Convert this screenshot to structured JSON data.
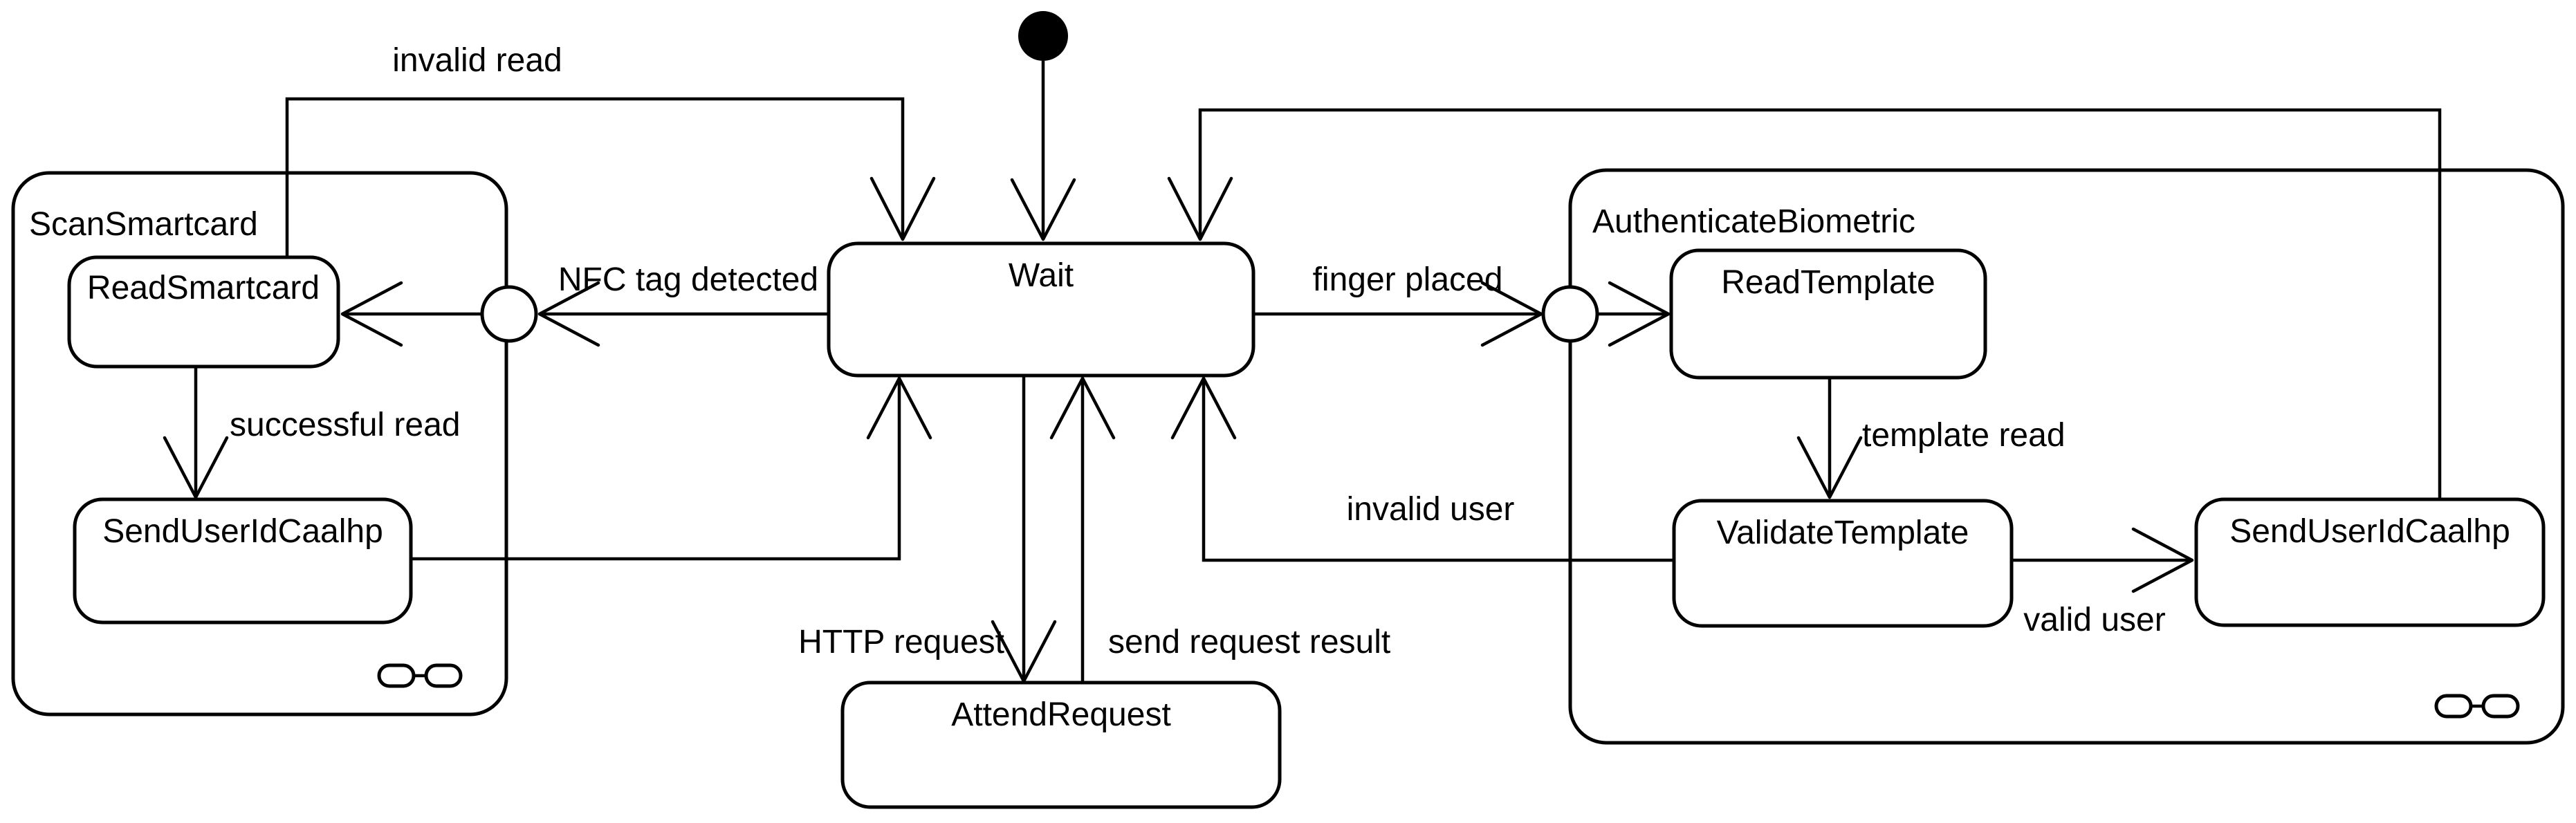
{
  "colors": {
    "background": "#ffffff",
    "line": "#000000",
    "state_fill": "#ffffff",
    "initial_state_fill": "#000000"
  },
  "states": {
    "wait": {
      "label": "Wait"
    },
    "scan_smartcard": {
      "label": "ScanSmartcard"
    },
    "read_smartcard": {
      "label": "ReadSmartcard"
    },
    "send_user_id_caalhp_left": {
      "label": "SendUserIdCaalhp"
    },
    "attend_request": {
      "label": "AttendRequest"
    },
    "authenticate_biometric": {
      "label": "AuthenticateBiometric"
    },
    "read_template": {
      "label": "ReadTemplate"
    },
    "validate_template": {
      "label": "ValidateTemplate"
    },
    "send_user_id_caalhp_right": {
      "label": "SendUserIdCaalhp"
    }
  },
  "transitions": {
    "invalid_read": {
      "label": "invalid read"
    },
    "nfc_tag_detected": {
      "label": "NFC tag detected"
    },
    "successful_read": {
      "label": "successful read"
    },
    "finger_placed": {
      "label": "finger placed"
    },
    "template_read": {
      "label": "template read"
    },
    "valid_user": {
      "label": "valid user"
    },
    "invalid_user": {
      "label": "invalid user"
    },
    "http_request": {
      "label": "HTTP request"
    },
    "send_request_result": {
      "label": "send request result"
    }
  }
}
